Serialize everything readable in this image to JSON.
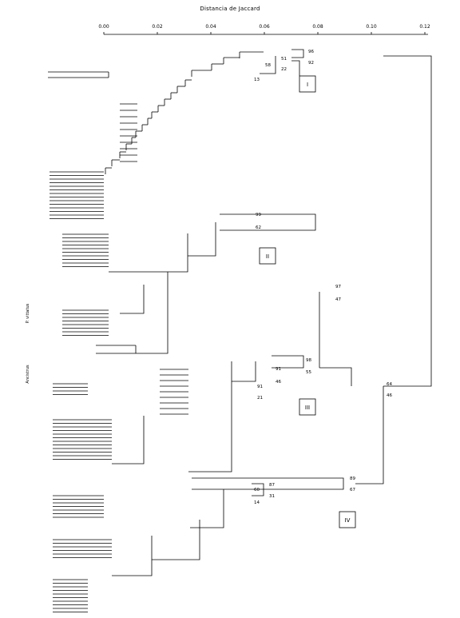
{
  "title": "Distancia de Jaccard",
  "axis": {
    "min": 0.0,
    "max": 0.12,
    "ticks": [
      "0.00",
      "0.02",
      "0.04",
      "0.06",
      "0.08",
      "0.10",
      "0.12"
    ]
  },
  "groups": [
    "I",
    "II",
    "III",
    "IV"
  ],
  "bootstrap": {
    "g1_top": "96",
    "g1_bottom": "92",
    "g1_a": "51",
    "g1_b": "58",
    "g1_c": "22",
    "g1_d": "13",
    "g2_top": "99",
    "g2_bottom": "62",
    "g23_top": "97",
    "g23_bottom": "47",
    "g3_a": "98",
    "g3_b": "91",
    "g3_c": "55",
    "g3_d": "46",
    "g3_e": "91",
    "g3_f": "21",
    "g4_a": "87",
    "g4_b": "31",
    "g4_c": "60",
    "g4_d": "14",
    "g4_e": "89",
    "g4_f": "67",
    "root_top": "64",
    "root_bottom": "46"
  },
  "side_labels": {
    "species_a": "P. vittatus",
    "species_b": "Ancistrus"
  }
}
